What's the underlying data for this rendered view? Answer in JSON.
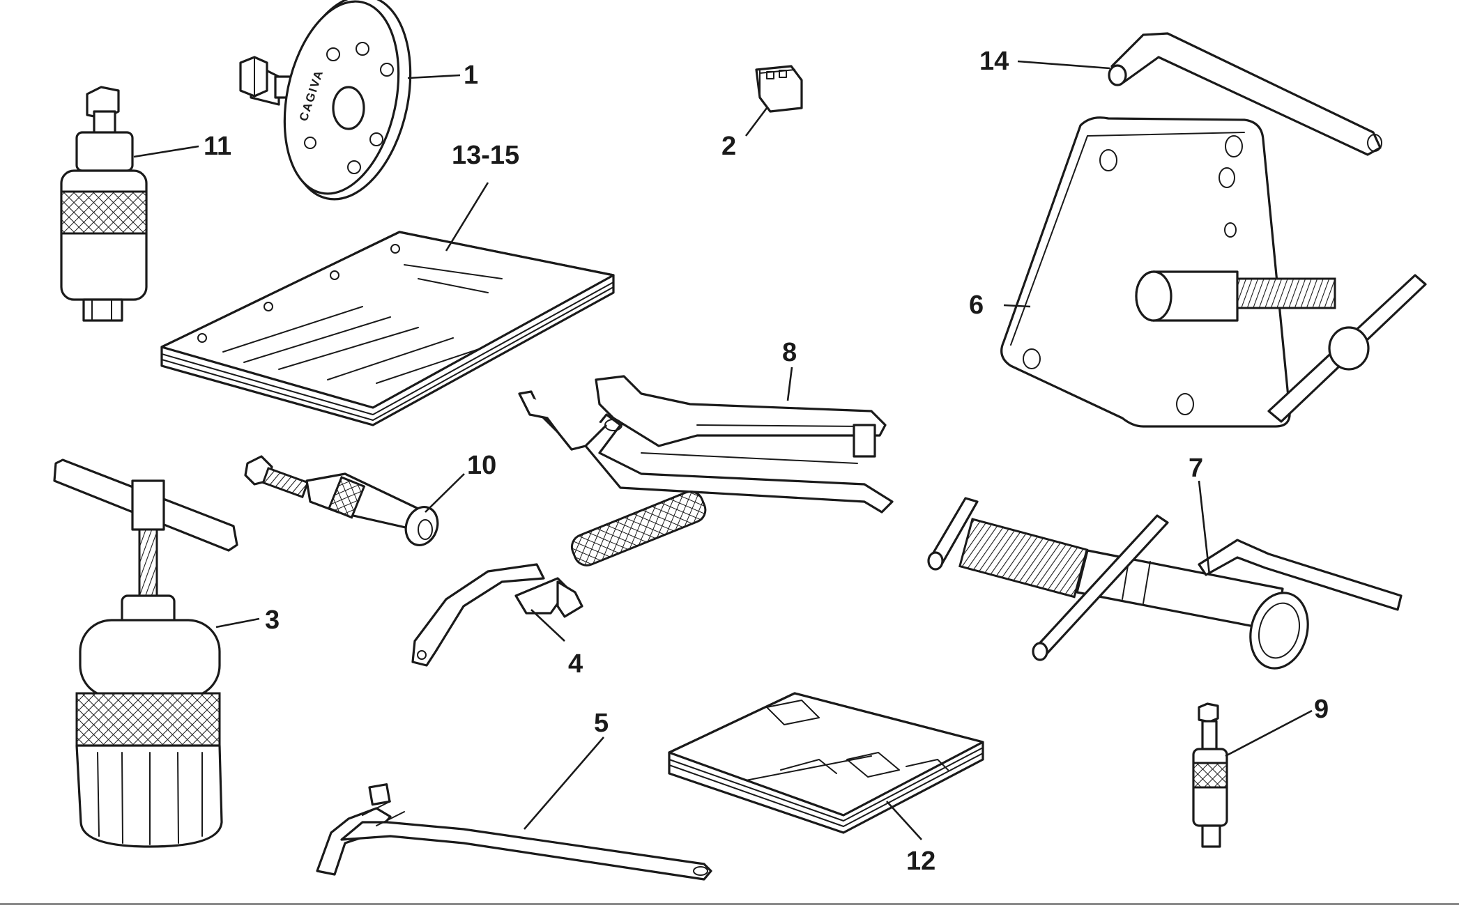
{
  "diagram": {
    "brand_marking": "CAGIVA",
    "callouts": [
      {
        "id": "1",
        "label": "1"
      },
      {
        "id": "2",
        "label": "2"
      },
      {
        "id": "3",
        "label": "3"
      },
      {
        "id": "4",
        "label": "4"
      },
      {
        "id": "5",
        "label": "5"
      },
      {
        "id": "6",
        "label": "6"
      },
      {
        "id": "7",
        "label": "7"
      },
      {
        "id": "8",
        "label": "8"
      },
      {
        "id": "9",
        "label": "9"
      },
      {
        "id": "10",
        "label": "10"
      },
      {
        "id": "11",
        "label": "11"
      },
      {
        "id": "12",
        "label": "12"
      },
      {
        "id": "13-15",
        "label": "13-15"
      },
      {
        "id": "14",
        "label": "14"
      }
    ]
  }
}
